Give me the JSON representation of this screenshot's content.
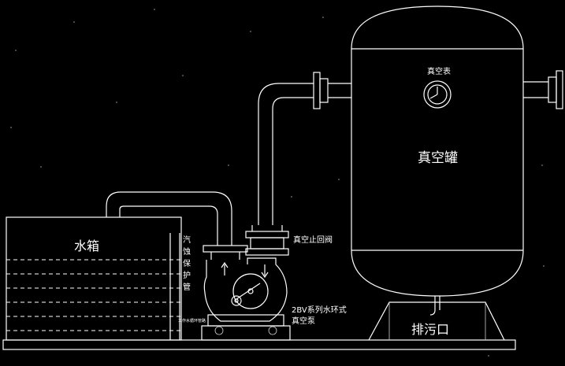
{
  "labels": {
    "vacuum_gauge": "真空表",
    "vacuum_tank": "真空罐",
    "water_tank": "水箱",
    "check_valve": "真空止回阀",
    "pump_line1": "2BV系列水环式",
    "pump_line2": "真空泵",
    "drain": "排污口",
    "steam_pipe_chars": [
      "汽",
      "蚀",
      "保",
      "护",
      "管"
    ],
    "pump_inlet_label": "工作水循环管路"
  },
  "colors": {
    "background": "#000000",
    "line": "#ffffff"
  }
}
